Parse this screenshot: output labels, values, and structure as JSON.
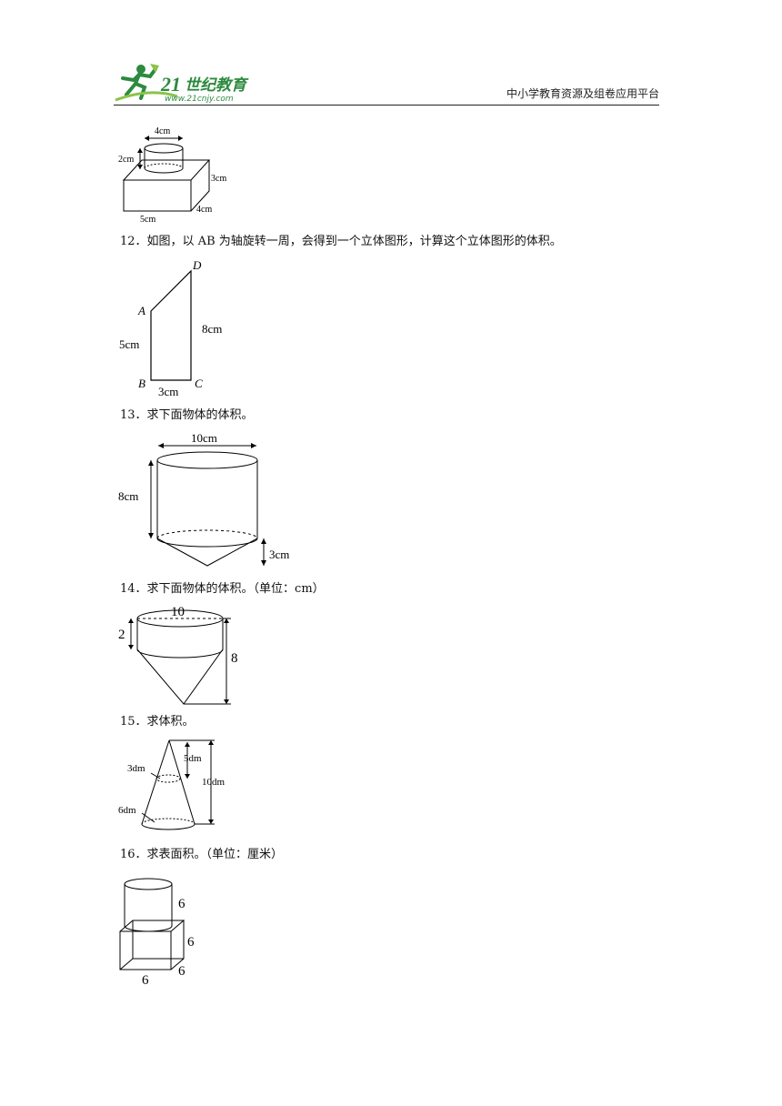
{
  "header": {
    "logo_number": "21",
    "logo_text": "世纪教育",
    "logo_url": "www.21cnjy.com",
    "tagline": "中小学教育资源及组卷应用平台"
  },
  "fig11": {
    "diameter": "4cm",
    "height": "2cm",
    "box_height": "3cm",
    "box_width": "4cm",
    "box_length": "5cm"
  },
  "q12": {
    "text": "12．如图，以 AB 为轴旋转一周，会得到一个立体图形，计算这个立体图形的体积。",
    "labels": {
      "A": "A",
      "B": "B",
      "C": "C",
      "D": "D",
      "ab": "5cm",
      "dc": "8cm",
      "bc": "3cm"
    }
  },
  "q13": {
    "text": "13．求下面物体的体积。",
    "diameter": "10cm",
    "height": "8cm",
    "cone_height": "3cm"
  },
  "q14": {
    "text": "14．求下面物体的体积。（单位：cm）",
    "diameter": "10",
    "cyl_height": "2",
    "total_height": "8"
  },
  "q15": {
    "text": "15．求体积。",
    "small_d": "3dm",
    "top_h": "5dm",
    "total_h": "10dm",
    "big_d": "6dm"
  },
  "q16": {
    "text": "16．求表面积。（单位：厘米）",
    "cyl_h": "6",
    "cube_h": "6",
    "cube_d": "6",
    "cube_w": "6"
  }
}
